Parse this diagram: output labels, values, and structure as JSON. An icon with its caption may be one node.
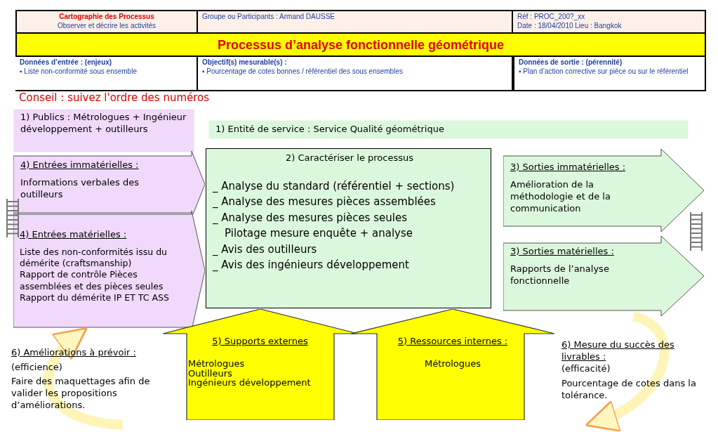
{
  "diagram": {
    "nodes": [
      {
        "text": [
          "Cartographie des Processus",
          "Observer et décrire les activités"
        ]
      },
      {
        "text": [
          "Groupe ou Participants : Armand DAUSSE"
        ]
      },
      {
        "text": [
          "Réf : PROC_200?_xx",
          "Date : 18/04/2010 Lieu : Bangkok"
        ]
      },
      {
        "text": [
          "Processus d’analyse fonctionnelle géométrique"
        ]
      },
      {
        "text": [
          "Données d’entrée : (enjeux)",
          "▪ Liste non-conformité sous ensemble"
        ]
      },
      {
        "text": [
          "Objectif(s) mesurable(s) :",
          "▪ Pourcentage de cotes bonnes / référentiel des sous ensembles"
        ]
      },
      {
        "text": [
          "Données de sortie : (pérennité)",
          "▪ Plan d’action corrective sur pièce ou sur le référentiel"
        ]
      },
      {
        "text": [
          "1) Publics : Métrologues + Ingénieur développement + outilleurs"
        ]
      },
      {
        "text": [
          "1)   Entité de service : Service Qualité géométrique"
        ]
      },
      {
        "text": [
          "4) Entrées immatérielles :",
          "Informations verbales des outilleurs"
        ]
      },
      {
        "text": [
          "4) Entrées matérielles :",
          "Liste des non-conformités issu du démérite (craftsmanship)",
          "Rapport de contrôle Pièces assemblées et des pièces seules",
          "Rapport du démérite IP ET TC ASS"
        ]
      },
      {
        "text": [
          "2) Caractériser le processus",
          "_ Analyse du standard (référentiel + sections)",
          "_ Analyse des mesures pièces assemblées",
          "_ Analyse des mesures pièces seules",
          "Pilotage mesure enquête + analyse",
          "_ Avis des outilleurs",
          "_ Avis des ingénieurs développement"
        ]
      },
      {
        "text": [
          "3) Sorties immatérielles :",
          "Amélioration de la méthodologie et de la communication"
        ]
      },
      {
        "text": [
          "3) Sorties matérielles :",
          "Rapports de l’analyse fonctionnelle"
        ]
      },
      {
        "text": [
          "5) Supports externes",
          "Métrologues",
          "Outilleurs",
          "Ingénieurs développement"
        ]
      },
      {
        "text": [
          "5) Ressources internes :",
          "Métrologues"
        ]
      }
    ],
    "edges": [
      {
        "from": null,
        "to": 10,
        "arrow": "to"
      },
      {
        "from": 13,
        "to": null,
        "arrow": "to"
      }
    ],
    "labels": [
      "Conseil : suivez l'ordre des numéros",
      "6) Améliorations à prévoir :",
      "(efficience)",
      "Faire des maquettages afin de valider les propositions d’améliorations.",
      "6) Mesure du succès des livrables :",
      "(efficacité)",
      "Pourcentage de cotes dans la tolérance."
    ]
  }
}
